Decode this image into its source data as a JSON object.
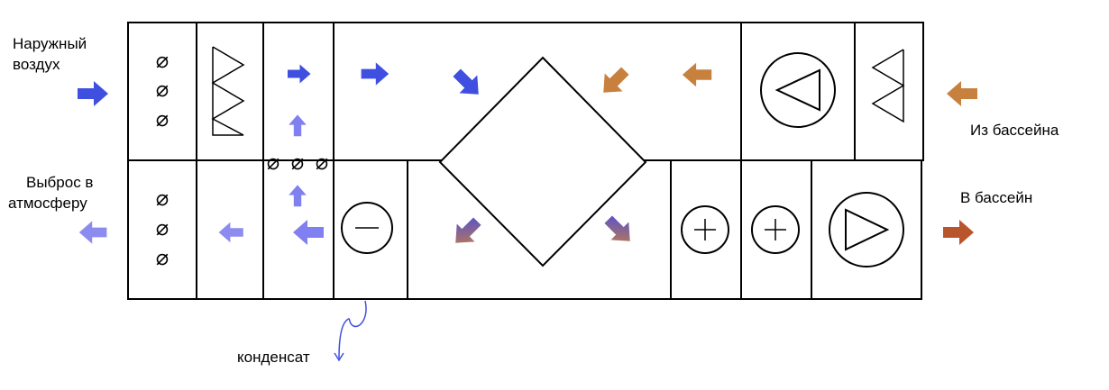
{
  "labels": {
    "outdoor_air_line1": "Наружный",
    "outdoor_air_line2": "воздух",
    "from_pool": "Из бассейна",
    "exhaust_line1": "Выброс в",
    "exhaust_line2": "атмосферу",
    "to_pool": "В бассейн",
    "condensate": "конденсат"
  },
  "symbols": {
    "damper": "⌀",
    "minus": "−",
    "plus": "+"
  },
  "colors": {
    "outline": "#000000",
    "fresh_air": "#3f4fe0",
    "exhaust_air": "#8c8cf0",
    "recirculation_air": "#8080f0",
    "pool_air": "#c8803f",
    "supply_to_pool": "#b9552d",
    "condensate_line": "#3f4fe0"
  }
}
